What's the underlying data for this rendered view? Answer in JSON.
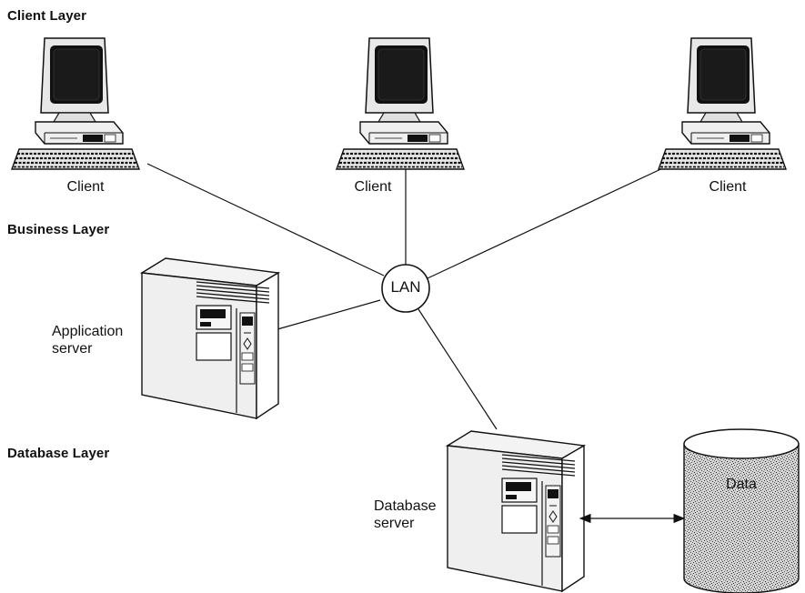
{
  "layers": {
    "client": "Client Layer",
    "business": "Business Layer",
    "database": "Database Layer"
  },
  "clients": [
    {
      "label": "Client"
    },
    {
      "label": "Client"
    },
    {
      "label": "Client"
    }
  ],
  "lan": {
    "label": "LAN"
  },
  "app_server": {
    "line1": "Application",
    "line2": "server"
  },
  "db_server": {
    "line1": "Database",
    "line2": "server"
  },
  "data_store": {
    "label": "Data"
  }
}
